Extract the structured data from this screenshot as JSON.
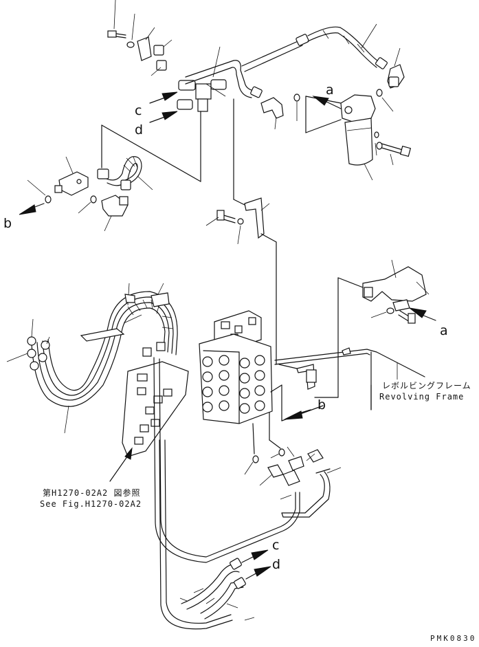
{
  "callouts": {
    "a_top": "a",
    "a_right": "a",
    "b_left": "b",
    "b_center": "b",
    "c_top": "c",
    "d_top": "d",
    "c_bottom": "c",
    "d_bottom": "d"
  },
  "notes": {
    "frame_jp": "レボルビングフレーム",
    "frame_en": "Revolving Frame",
    "ref_jp": "第H1270-02A2 図参照",
    "ref_en": "See Fig.H1270-02A2"
  },
  "drawing_code": "PMK0830"
}
